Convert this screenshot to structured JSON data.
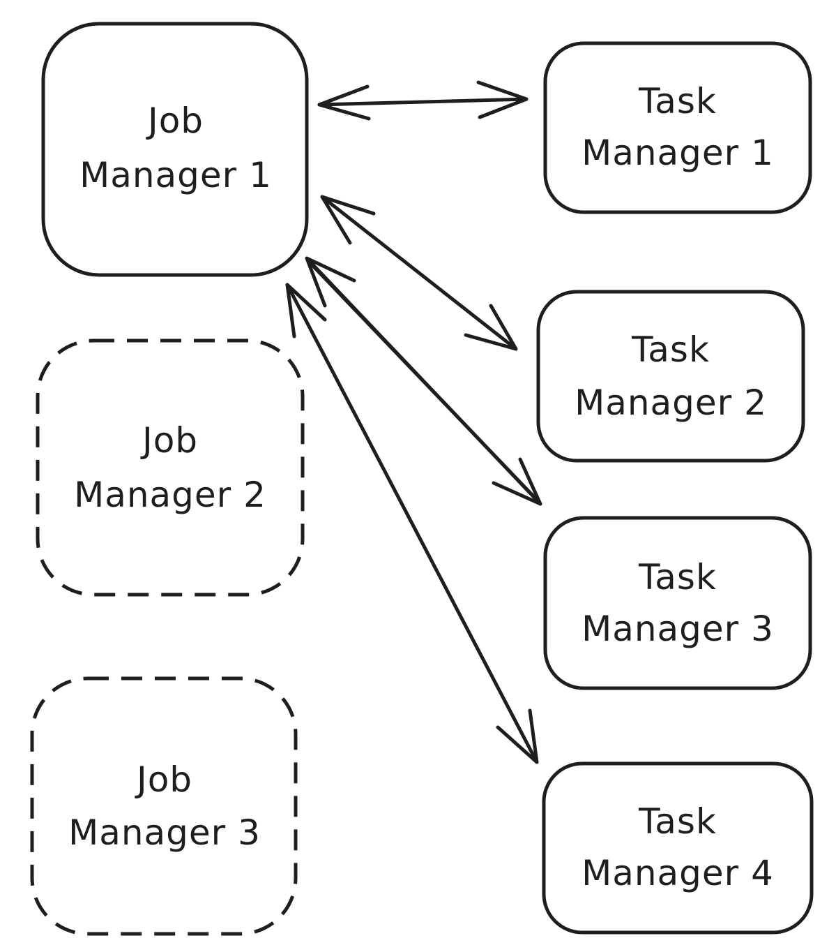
{
  "diagram": {
    "nodes": {
      "jm1": {
        "line1": "Job",
        "line2": "Manager 1",
        "style": "solid"
      },
      "jm2": {
        "line1": "Job",
        "line2": "Manager 2",
        "style": "dashed"
      },
      "jm3": {
        "line1": "Job",
        "line2": "Manager 3",
        "style": "dashed"
      },
      "tm1": {
        "line1": "Task",
        "line2": "Manager 1",
        "style": "solid"
      },
      "tm2": {
        "line1": "Task",
        "line2": "Manager 2",
        "style": "solid"
      },
      "tm3": {
        "line1": "Task",
        "line2": "Manager 3",
        "style": "solid"
      },
      "tm4": {
        "line1": "Task",
        "line2": "Manager 4",
        "style": "solid"
      }
    },
    "edges": [
      {
        "from": "jm1",
        "to": "tm1",
        "direction": "both"
      },
      {
        "from": "jm1",
        "to": "tm2",
        "direction": "both"
      },
      {
        "from": "jm1",
        "to": "tm3",
        "direction": "both"
      },
      {
        "from": "jm1",
        "to": "tm4",
        "direction": "both"
      }
    ],
    "colors": {
      "stroke": "#1e1e1e",
      "background": "#ffffff"
    }
  }
}
